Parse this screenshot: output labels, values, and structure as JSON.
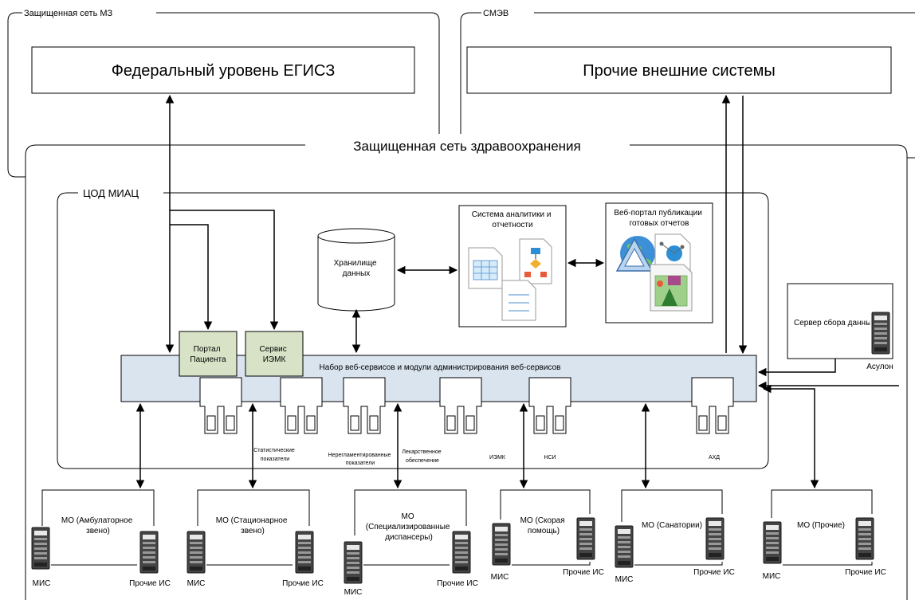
{
  "groups": {
    "mz": "Защищенная сеть МЗ",
    "smev": "СМЭВ",
    "healthnet": "Защищенная сеть здравоохранения",
    "cod": "ЦОД МИАЦ"
  },
  "boxes": {
    "federal": "Федеральный уровень ЕГИСЗ",
    "external": "Прочие внешние системы",
    "storage": [
      "Хранилище",
      "данных"
    ],
    "analytics": [
      "Система аналитики и",
      "отчетности"
    ],
    "webportal": [
      "Веб-портал публикации",
      "готовых отчетов"
    ],
    "collect_server": "Сервер сбора данных",
    "asulon": "Асулон",
    "portal": [
      "Портал",
      "Пациента"
    ],
    "iemk_service": [
      "Сервис",
      "ИЭМК"
    ],
    "services_bar": "Набор веб-сервисов и модули администрирования веб-сервисов"
  },
  "modules": {
    "stat": [
      "Статистические",
      "показатели"
    ],
    "nonreg": [
      "Нерегламентированные",
      "показатели"
    ],
    "drugs": [
      "Лекарственное",
      "обеспечение"
    ],
    "iemk": "ИЭМК",
    "nsi": "НСИ",
    "ahd": "АХД"
  },
  "mo": [
    {
      "title": [
        "МО (Амбулаторное",
        "звено)"
      ],
      "left": "МИС",
      "right": "Прочие ИС"
    },
    {
      "title": [
        "МО (Стационарное",
        "звено)"
      ],
      "left": "МИС",
      "right": "Прочие ИС"
    },
    {
      "title": [
        "МО",
        "(Специализированные",
        "диспансеры)"
      ],
      "left": "МИС",
      "right": "Прочие ИС"
    },
    {
      "title": [
        "МО (Скорая",
        "помощь)"
      ],
      "left": "МИС",
      "right": "Прочие ИС"
    },
    {
      "title": [
        "МО (Санатории)"
      ],
      "left": "МИС",
      "right": "Прочие ИС"
    },
    {
      "title": [
        "МО (Прочие)"
      ],
      "left": "МИС",
      "right": "Прочие ИС"
    }
  ]
}
